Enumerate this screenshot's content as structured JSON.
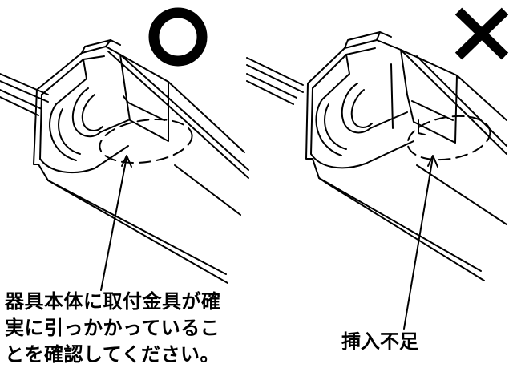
{
  "panels": {
    "ok": {
      "mark": "○",
      "mark_name": "circle-ok-mark",
      "caption_lines": [
        "器具本体に取付金具が確",
        "実に引っかかっているこ",
        "とを確認してください。"
      ]
    },
    "ng": {
      "mark": "✕",
      "mark_name": "cross-ng-mark",
      "caption_lines": [
        "挿入不足"
      ]
    }
  }
}
